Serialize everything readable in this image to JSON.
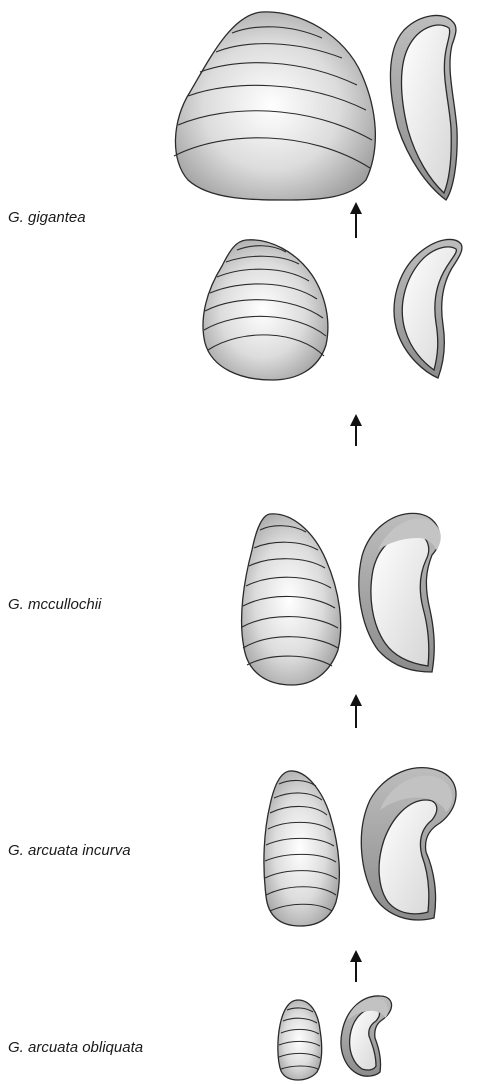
{
  "labels": {
    "gigantea": "G. gigantea",
    "mccullochii": "G. mccullochii",
    "arcuata_incurva": "G. arcuata incurva",
    "arcuata_obliquata": "G. arcuata obliquata"
  },
  "colors": {
    "shell_light": "#ffffff",
    "shell_mid": "#d4d4d4",
    "shell_dark": "#9c9c9c",
    "interior_light": "#fafafa",
    "interior_dark": "#d9d9d9",
    "outline": "#2a2a2a"
  },
  "icons": {
    "arrow": "up-arrow-icon"
  }
}
